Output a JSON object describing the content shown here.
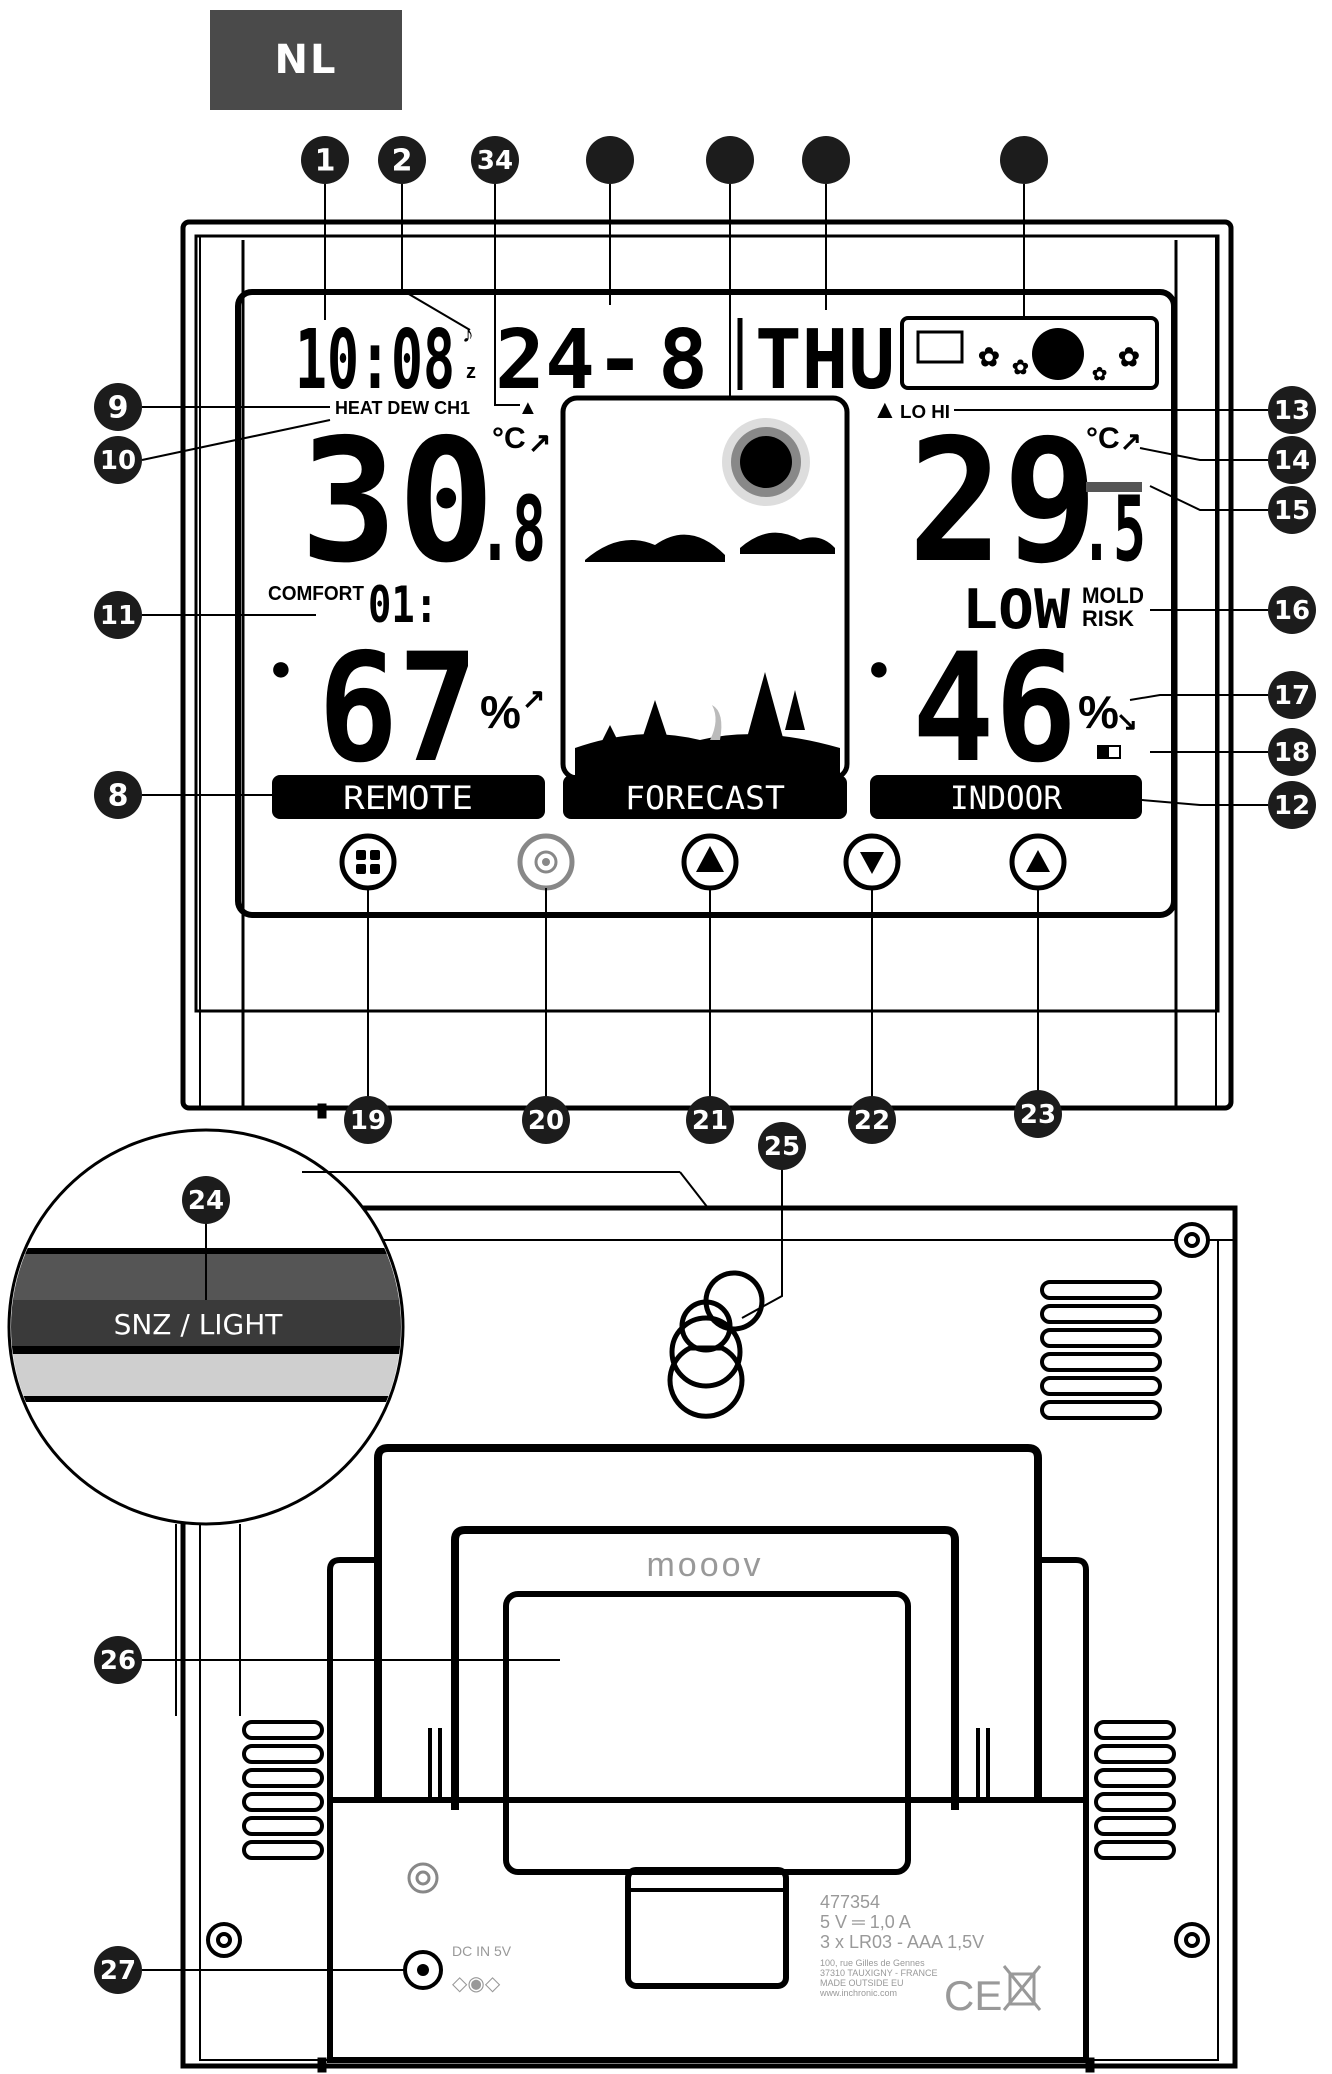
{
  "language_badge": "NL",
  "display": {
    "time": "10:08",
    "date_day": "24-",
    "date_month": "8",
    "day_of_week": "THU",
    "label_heat_dew_ch": "HEAT DEW CH1",
    "label_lo_hi": "LO HI",
    "remote_temp_int": "30",
    "remote_temp_dec": ".8",
    "unit_c": "°C",
    "comfort_label": "COMFORT",
    "comfort_value": "01:",
    "remote_humidity": "67",
    "percent": "%",
    "indoor_temp_int": "29",
    "indoor_temp_dec": ".5",
    "mold_value": "LOW",
    "mold_label_1": "MOLD",
    "mold_label_2": "RISK",
    "indoor_humidity": "46",
    "bar_remote": "REMOTE",
    "bar_forecast": "FORECAST",
    "bar_indoor": "INDOOR"
  },
  "back": {
    "switch_label": "SNZ / LIGHT",
    "brand": "mooov",
    "model": "477354",
    "power_spec": "5 V ═ 1,0 A",
    "battery_spec": "3 x LR03 - AAA 1,5V",
    "address_1": "100, rue Gilles de Gennes",
    "address_2": "37310 TAUXIGNY - FRANCE",
    "made": "MADE OUTSIDE EU",
    "website": "www.inchronic.com",
    "dc_label": "DC IN 5V",
    "ce_mark": "CE"
  },
  "callouts_top": [
    "1",
    "2",
    "34",
    "",
    "",
    "",
    ""
  ],
  "callouts_left": [
    "9",
    "10",
    "11",
    "8"
  ],
  "callouts_right": [
    "13",
    "14",
    "15",
    "16",
    "17",
    "18",
    "12"
  ],
  "callouts_bottom": [
    "19",
    "20",
    "21",
    "22",
    "23"
  ],
  "callouts_back": [
    "24",
    "25",
    "26",
    "27"
  ]
}
